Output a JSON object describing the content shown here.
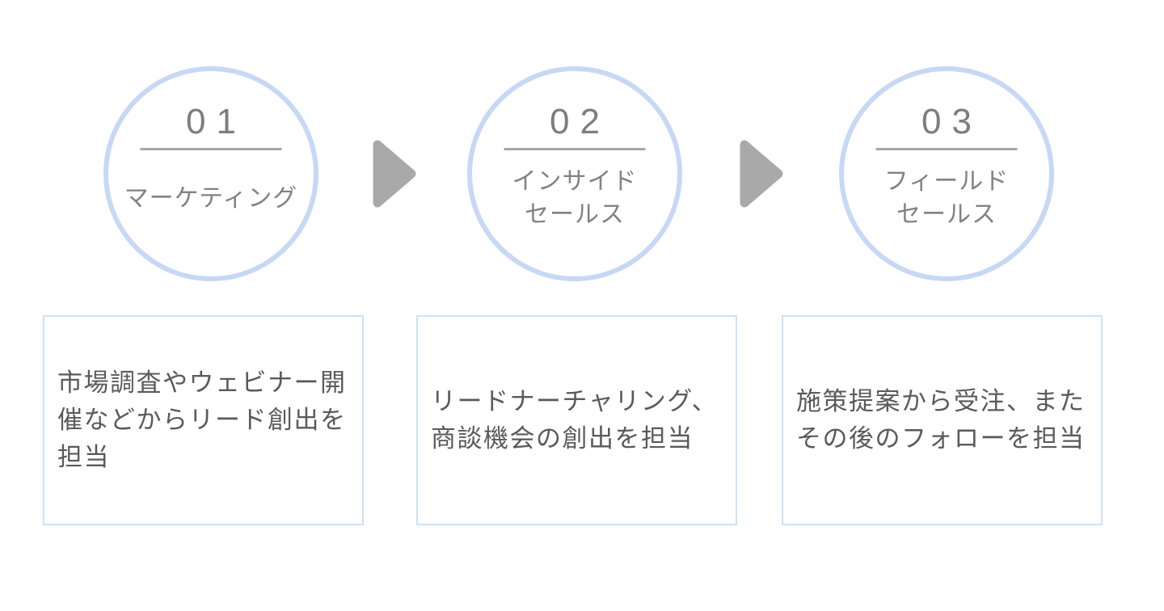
{
  "diagram_title": "",
  "colors": {
    "background": "#ffffff",
    "circle_border": "#c6d8f5",
    "box_border": "#cfe0f3",
    "number_text": "#7d7d7d",
    "underline": "#a6a6a6",
    "circle_label_text": "#828282",
    "box_text": "#5a5a5a",
    "arrow": "#a9a9a9"
  },
  "steps": [
    {
      "number": "01",
      "label_lines": [
        "マーケティング"
      ]
    },
    {
      "number": "02",
      "label_lines": [
        "インサイド",
        "セールス"
      ]
    },
    {
      "number": "03",
      "label_lines": [
        "フィールド",
        "セールス"
      ]
    }
  ],
  "arrows": [
    {
      "icon": "right-triangle-arrow-icon"
    },
    {
      "icon": "right-triangle-arrow-icon"
    }
  ],
  "boxes": [
    {
      "text": "市場調査やウェビナー開催などからリード創出を担当",
      "lines": [
        "市場調査やウェビナー開",
        "催などからリード創出を",
        "担当"
      ]
    },
    {
      "text": "リードナーチャリング、商談機会の創出を担当",
      "lines": [
        "リードナーチャリング、",
        "商談機会の創出を担当"
      ]
    },
    {
      "text": "施策提案から受注、またその後のフォローを担当",
      "lines": [
        "施策提案から受注、また",
        "その後のフォローを担当"
      ]
    }
  ]
}
